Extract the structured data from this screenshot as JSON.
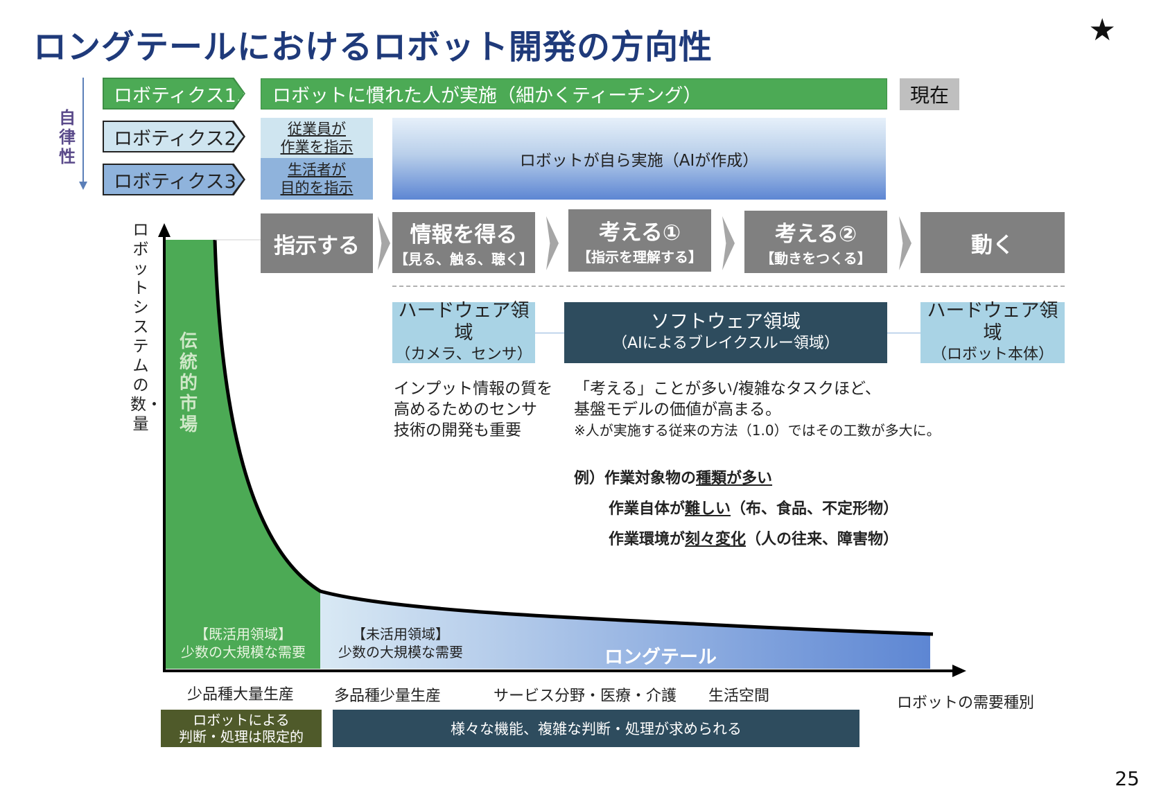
{
  "title": "ロングテールにおけるロボット開発の方向性",
  "page_number": "25",
  "autonomy_axis_label": "自律性",
  "generations": [
    {
      "label": "ロボティクス1.0"
    },
    {
      "label": "ロボティクス2.0"
    },
    {
      "label": "ロボティクス3.0"
    }
  ],
  "gen1_description": "ロボットに慣れた人が実施（細かくティーチング）",
  "current_label": "現在",
  "instruct_employee": [
    "従業員が",
    "作業を指示"
  ],
  "instruct_producer": [
    "生活者が",
    "目的を指示"
  ],
  "robot_self": "ロボットが自ら実施（AIが作成）",
  "steps": [
    {
      "main": "指示する",
      "sub": ""
    },
    {
      "main": "情報を得る",
      "sub": "【見る、触る、聴く】"
    },
    {
      "main": "考える①",
      "sub": "【指示を理解する】"
    },
    {
      "main": "考える②",
      "sub": "【動きをつくる】"
    },
    {
      "main": "動く",
      "sub": ""
    }
  ],
  "domains": [
    {
      "main": "ハードウェア領域",
      "sub": "（カメラ、センサ）"
    },
    {
      "main": "ソフトウェア領域",
      "sub": "（AIによるブレイクスルー領域）"
    },
    {
      "main": "ハードウェア領域",
      "sub": "（ロボット本体）"
    }
  ],
  "note_hardware": [
    "インプット情報の質を",
    "高めるためのセンサ",
    "技術の開発も重要"
  ],
  "note_software": [
    "「考える」ことが多い/複雑なタスクほど、",
    "基盤モデルの価値が高まる。"
  ],
  "note_software_small": "※人が実施する従来の方法（1.0）ではその工数が多大に。",
  "examples": {
    "prefix": "例）",
    "line1": {
      "a": "作業対象物の",
      "b": "種類が多い",
      "c": ""
    },
    "line2": {
      "a": "作業自体が",
      "b": "難しい",
      "c": "（布、食品、不定形物）"
    },
    "line3": {
      "a": "作業環境が",
      "b": "刻々変化",
      "c": "（人の往来、障害物）"
    }
  },
  "y_axis_label": "ロボットシステムの数・量",
  "traditional_market": "伝統的市場",
  "used_area": [
    "【既活用領域】",
    "少数の大規模な需要"
  ],
  "unused_area": [
    "【未活用領域】",
    "少数の大規模な需要"
  ],
  "long_tail": "ロングテール",
  "x_categories": [
    "少品種大量生産",
    "多品種少量生産",
    "サービス分野・医療・介護",
    "生活空間"
  ],
  "x_axis_label": "ロボットの需要種別",
  "bottom_left": [
    "ロボットによる",
    "判断・処理は限定的"
  ],
  "bottom_right": "様々な機能、複雑な判断・処理が求められる",
  "colors": {
    "title": "#1f3a7a",
    "green": "#4caa55",
    "gray": "#808080",
    "dark_teal": "#2e4c5e",
    "light_blue": "#a9d3e5",
    "olive": "#4f5a2a"
  }
}
